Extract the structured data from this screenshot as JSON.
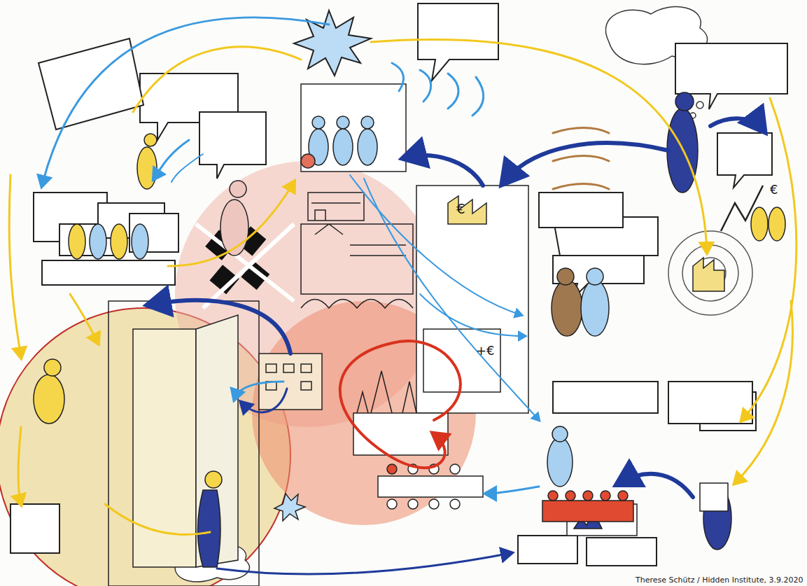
{
  "diagram": {
    "labels": [
      "€",
      "€",
      "+€",
      "Therese Schütz / Hidden Institute, 3.9.2020"
    ]
  }
}
